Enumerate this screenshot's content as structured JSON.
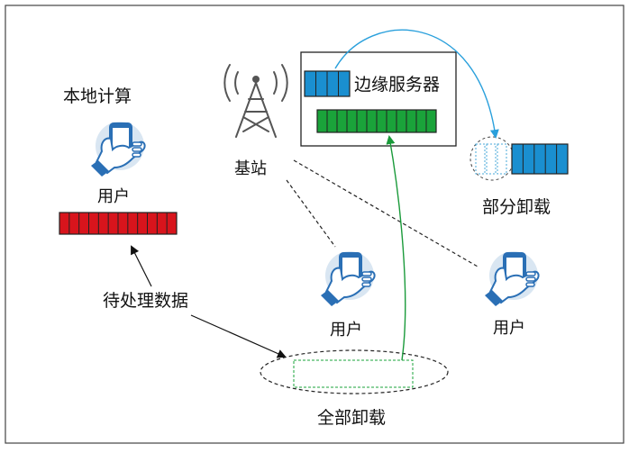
{
  "labels": {
    "local_compute": "本地计算",
    "edge_server": "边缘服务器",
    "base_station": "基站",
    "partial_offload": "部分卸载",
    "pending_data": "待处理数据",
    "full_offload": "全部卸载",
    "user_left": "用户",
    "user_middle": "用户",
    "user_right": "用户"
  },
  "colors": {
    "task_red": "#d8141c",
    "task_green": "#1aa33a",
    "task_blue": "#1a8fd0",
    "arrow_blue": "#2aa0dc",
    "arrow_green": "#1a9a3a",
    "phone_circle": "#d9e6f2",
    "phone_blue": "#2a6fb5"
  },
  "icons": {
    "phone": "hand-holding-phone-icon",
    "tower": "radio-tower-icon"
  }
}
